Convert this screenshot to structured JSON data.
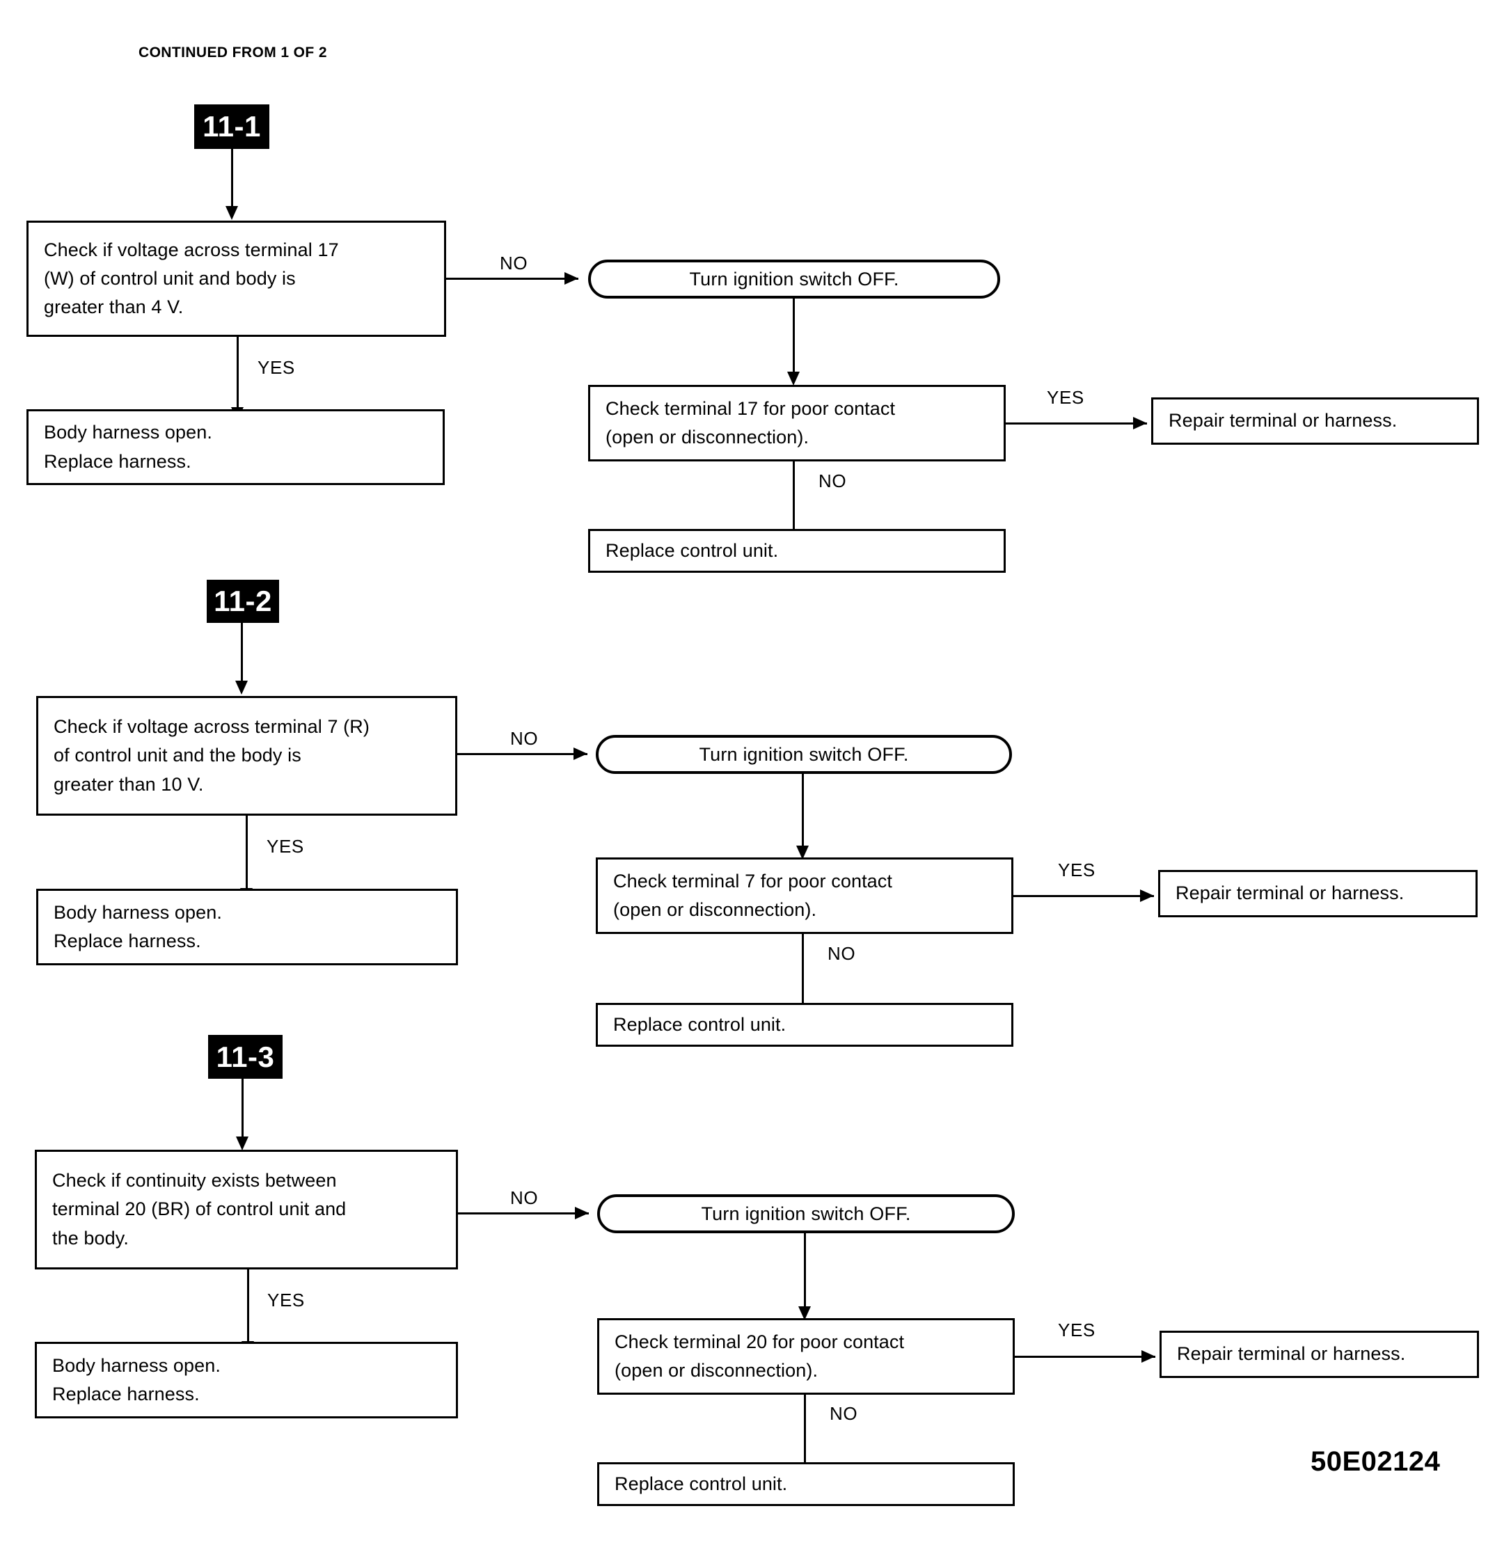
{
  "document": {
    "continued_from": "CONTINUED FROM 1 OF 2",
    "reference_number": "50E02124"
  },
  "labels": {
    "yes": "YES",
    "no": "NO"
  },
  "sections": [
    {
      "badge": "11-1",
      "decision": {
        "line1": "Check if voltage across terminal 17",
        "line2": "(W) of control unit and body is",
        "line3": "greater than 4 V."
      },
      "yes_branch": {
        "line1": "Body harness open.",
        "line2": "Replace harness."
      },
      "no_branch": {
        "action": "Turn ignition switch OFF.",
        "check": {
          "line1": "Check terminal 17 for poor contact",
          "line2": "(open or disconnection)."
        },
        "check_yes": "Repair terminal or harness.",
        "check_no": "Replace control unit."
      }
    },
    {
      "badge": "11-2",
      "decision": {
        "line1": "Check if voltage across terminal 7 (R)",
        "line2": "of control unit and the body is",
        "line3": "greater than 10 V."
      },
      "yes_branch": {
        "line1": "Body harness open.",
        "line2": "Replace harness."
      },
      "no_branch": {
        "action": "Turn ignition switch OFF.",
        "check": {
          "line1": "Check terminal 7 for poor contact",
          "line2": "(open or disconnection)."
        },
        "check_yes": "Repair terminal or harness.",
        "check_no": "Replace control unit."
      }
    },
    {
      "badge": "11-3",
      "decision": {
        "line1": "Check if continuity exists between",
        "line2": "terminal 20 (BR) of control unit and",
        "line3": "the body."
      },
      "yes_branch": {
        "line1": "Body harness open.",
        "line2": "Replace harness."
      },
      "no_branch": {
        "action": "Turn ignition switch OFF.",
        "check": {
          "line1": "Check terminal 20 for poor contact",
          "line2": "(open or disconnection)."
        },
        "check_yes": "Repair terminal or harness.",
        "check_no": "Replace control unit."
      }
    }
  ],
  "colors": {
    "ink": "#000000",
    "paper": "#ffffff"
  }
}
